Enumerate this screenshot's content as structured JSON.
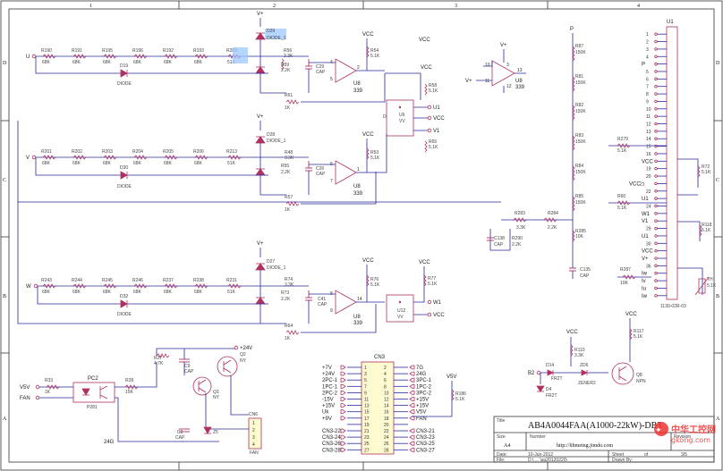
{
  "border": {
    "columns": [
      "1",
      "2",
      "3",
      "4"
    ],
    "rows": [
      "D",
      "C",
      "B",
      "A"
    ]
  },
  "phase_u": {
    "input": "U",
    "resistors": [
      {
        "ref": "R190",
        "val": "68K"
      },
      {
        "ref": "R191",
        "val": "68K"
      },
      {
        "ref": "R195",
        "val": "68K"
      },
      {
        "ref": "R196",
        "val": "68K"
      },
      {
        "ref": "R192",
        "val": "68K"
      },
      {
        "ref": "R193",
        "val": "68K"
      },
      {
        "ref": "R203",
        "val": "51K"
      }
    ],
    "diode_zener_top": "D29",
    "diode_zener_top_note": "DIODE_1",
    "vplus": "V+",
    "r56": "R56",
    "r56_val": "3.3K",
    "r59": "R59",
    "r59_val": "2.2K",
    "cap": "C29",
    "cap_val": "CAP",
    "diode": "D19",
    "diode_val": "DIODE",
    "r61": "R61",
    "r61_val": "1K",
    "r54": "R54",
    "r54_val": "5.1K",
    "vcc": "VCC",
    "opamp_ref": "U8",
    "opamp_val": "339",
    "pin_plus": "4",
    "pin_minus": "5",
    "pin_out": "2",
    "r58": "R58",
    "r58_val": "5.1K",
    "ic": "U6",
    "ic_val": "VV",
    "out_u1": "U1",
    "out_vcc": "VCC",
    "out_v1": "V1",
    "r65": "R65",
    "r65_val": "5.1K",
    "pin_d": "D"
  },
  "phase_v": {
    "input": "V",
    "resistors": [
      {
        "ref": "R201",
        "val": "68K"
      },
      {
        "ref": "R202",
        "val": "68K"
      },
      {
        "ref": "R203",
        "val": "68K"
      },
      {
        "ref": "R204",
        "val": "68K"
      },
      {
        "ref": "R205",
        "val": "68K"
      },
      {
        "ref": "R206",
        "val": "68K"
      },
      {
        "ref": "R213",
        "val": "51K"
      }
    ],
    "diode_zener_top": "D28",
    "diode_zener_top_note": "DIODE_1",
    "vplus": "V+",
    "r48": "R48",
    "r48_val": "3.3K",
    "r55": "R55",
    "r55_val": "2.2K",
    "cap": "C26",
    "cap_val": "CAP",
    "diode": "D30",
    "diode_val": "DIODE",
    "r57": "R57",
    "r57_val": "1K",
    "r53": "R53",
    "r53_val": "5.1K",
    "vcc": "VCC",
    "opamp_ref": "U8",
    "opamp_val": "339",
    "pin_plus": "6",
    "pin_minus": "7",
    "pin_out": "1"
  },
  "phase_w": {
    "input": "W",
    "resistors": [
      {
        "ref": "R243",
        "val": "68K"
      },
      {
        "ref": "R244",
        "val": "68K"
      },
      {
        "ref": "R245",
        "val": "68K"
      },
      {
        "ref": "R246",
        "val": "68K"
      },
      {
        "ref": "R237",
        "val": "68K"
      },
      {
        "ref": "R238",
        "val": "68K"
      },
      {
        "ref": "R231",
        "val": "51K"
      }
    ],
    "diode_zener_top": "D27",
    "diode_zener_top_note": "DIODE_1",
    "vplus": "V+",
    "r74": "R74",
    "r74_val": "3.3K",
    "r73": "R73",
    "r73_val": "2.2K",
    "cap": "C41",
    "cap_val": "CAP",
    "diode": "D32",
    "diode_val": "DIODE",
    "r64": "R64",
    "r64_val": "1K",
    "r76": "R76",
    "r76_val": "5.1K",
    "vcc": "VCC",
    "opamp_ref": "U8",
    "opamp_val": "339",
    "pin_plus": "8",
    "pin_minus": "9",
    "pin_out": "14",
    "r77": "R77",
    "r77_val": "5.1K",
    "ic": "U12",
    "ic_val": "VV",
    "out_w1": "W1",
    "out_vcc": "VCC"
  },
  "spare_opamp": {
    "vplus": "V+",
    "in_label": "V+",
    "ref": "U8",
    "val": "339",
    "p10": "10",
    "p11": "11",
    "p13": "13",
    "p3": "3",
    "p12": "12"
  },
  "divider": {
    "p_label": "P",
    "resistors": [
      {
        "ref": "R87",
        "val": "150K"
      },
      {
        "ref": "R81",
        "val": "150K"
      },
      {
        "ref": "R82",
        "val": "150K"
      },
      {
        "ref": "R83",
        "val": "150K"
      },
      {
        "ref": "R84",
        "val": "150K"
      },
      {
        "ref": "R85",
        "val": "150K"
      }
    ],
    "r283": "R283",
    "r283_val": "3.3K",
    "r284": "R284",
    "r284_val": "2.2K",
    "r285": "R285",
    "r285_val": "10K",
    "r290": "R290",
    "r290_val": "2.2K",
    "c138": "C138",
    "c138_val": "CAP",
    "c135": "C135",
    "c135_val": "CAP",
    "r287": "R287",
    "r287_val": "10K"
  },
  "connector": {
    "ref": "U1",
    "part": "1130-02R-03",
    "pins": [
      {
        "n": "1",
        "net": ""
      },
      {
        "n": "2",
        "net": ""
      },
      {
        "n": "3",
        "net": ""
      },
      {
        "n": "4",
        "net": ""
      },
      {
        "n": "",
        "net": "P"
      },
      {
        "n": "5",
        "net": ""
      },
      {
        "n": "6",
        "net": ""
      },
      {
        "n": "7",
        "net": ""
      },
      {
        "n": "8",
        "net": ""
      },
      {
        "n": "9",
        "net": ""
      },
      {
        "n": "10",
        "net": ""
      },
      {
        "n": "11",
        "net": ""
      },
      {
        "n": "12",
        "net": ""
      },
      {
        "n": "13",
        "net": ""
      },
      {
        "n": "14",
        "net": ""
      },
      {
        "n": "15",
        "net": ""
      },
      {
        "n": "16",
        "net": ""
      },
      {
        "n": "",
        "net": "VCC"
      },
      {
        "n": "19",
        "net": ""
      },
      {
        "n": "20",
        "net": ""
      },
      {
        "n": "21",
        "net": "VCC"
      },
      {
        "n": "22",
        "net": ""
      },
      {
        "n": "",
        "net": "U1"
      },
      {
        "n": "24",
        "net": ""
      },
      {
        "n": "",
        "net": "W1"
      },
      {
        "n": "",
        "net": "V1"
      },
      {
        "n": "29",
        "net": ""
      },
      {
        "n": "",
        "net": "U1"
      },
      {
        "n": "30",
        "net": ""
      },
      {
        "n": "",
        "net": "VCC"
      },
      {
        "n": "",
        "net": "V+"
      },
      {
        "n": "36",
        "net": ""
      },
      {
        "n": "",
        "net": "Iw"
      },
      {
        "n": "",
        "net": "Iv"
      },
      {
        "n": "",
        "net": "Iu"
      },
      {
        "n": "",
        "net": "Iw"
      }
    ],
    "r279": "R279",
    "r279_val": "5.1K",
    "r60": "R60",
    "r60_val": "5.1K",
    "r72": "R72",
    "r72_val": "5.1K",
    "r118": "R118",
    "r118_val": "5.1K",
    "th": "TH",
    "th_val": "5.1K"
  },
  "fan_circuit": {
    "v5": "V5V",
    "fan": "FAN",
    "r33": "R33",
    "r33_val": "1K",
    "pc2": "PC2",
    "pc2_part": "P281",
    "r28": "R28",
    "r28_val": "15K",
    "r27": "R27",
    "r27_val": "4.7K",
    "c9": "C9",
    "c9_val": "CAP",
    "q2": "Q2",
    "q2_val": "NY",
    "q3": "Q3",
    "q3_val": "NY",
    "v24": "+24V",
    "c3": "C3",
    "c3_val": "CAP",
    "z5": "Z5",
    "cn6": "CN6",
    "cn6_val": "FAN",
    "g24": "24G"
  },
  "cn3": {
    "ref": "CN3",
    "left": [
      {
        "n": "1",
        "net": "+7V"
      },
      {
        "n": "3",
        "net": "+24V"
      },
      {
        "n": "5",
        "net": "2PC-1"
      },
      {
        "n": "7",
        "net": "1PC-1"
      },
      {
        "n": "9",
        "net": "2PC-2"
      },
      {
        "n": "11",
        "net": "-15V"
      },
      {
        "n": "13",
        "net": "+15V"
      },
      {
        "n": "15",
        "net": "Uk"
      },
      {
        "n": "17",
        "net": "+9V"
      },
      {
        "n": "19",
        "net": ""
      },
      {
        "n": "21",
        "net": "CN3-22"
      },
      {
        "n": "23",
        "net": "CN3-24"
      },
      {
        "n": "25",
        "net": "CN3-26"
      },
      {
        "n": "27",
        "net": "CN3-28"
      }
    ],
    "right": [
      {
        "n": "2",
        "net": "7G"
      },
      {
        "n": "4",
        "net": "24G"
      },
      {
        "n": "6",
        "net": "3PC-1"
      },
      {
        "n": "8",
        "net": "1PC-2"
      },
      {
        "n": "10",
        "net": "3PC-2"
      },
      {
        "n": "12",
        "net": "+15V"
      },
      {
        "n": "14",
        "net": "+15V"
      },
      {
        "n": "16",
        "net": "V5V"
      },
      {
        "n": "18",
        "net": "FAN"
      },
      {
        "n": "20",
        "net": ""
      },
      {
        "n": "22",
        "net": "CN3-21"
      },
      {
        "n": "24",
        "net": "CN3-23"
      },
      {
        "n": "26",
        "net": "CN3-25"
      },
      {
        "n": "28",
        "net": "CN3-27"
      }
    ],
    "v5v": "V5V",
    "r186": "R186",
    "r186_val": "5.1K"
  },
  "brake": {
    "vcc": "VCC",
    "r110": "R110",
    "r110_val": "3.3K",
    "d14": "D14",
    "d14_val": "FR2T",
    "z2": "ZD6",
    "z2_val": "ZENER2",
    "d4": "D4",
    "d4_val": "FR2T",
    "b2": "B2",
    "r117": "R117",
    "r117_val": "5.1K",
    "q8": "Q8",
    "q8_val": "NPN"
  },
  "title_block": {
    "title_label": "Title",
    "title": "AB4A0044FAA(A1000-22kW)-DB3",
    "size_label": "Size",
    "size": "A4",
    "number_label": "Number",
    "url": "http://lihmeing.jimdo.com",
    "revision_label": "Revision",
    "revision": "3/5",
    "date_label": "Date:",
    "date": "10-Jun-2012",
    "sheet_label": "Sheet",
    "sheet": "of",
    "file_label": "File:",
    "file": "D:\\ ... \\au20120220\\",
    "drawn_label": "Drawn By:"
  },
  "watermark": {
    "brand": "中华工控网",
    "site": "gkong.com"
  }
}
